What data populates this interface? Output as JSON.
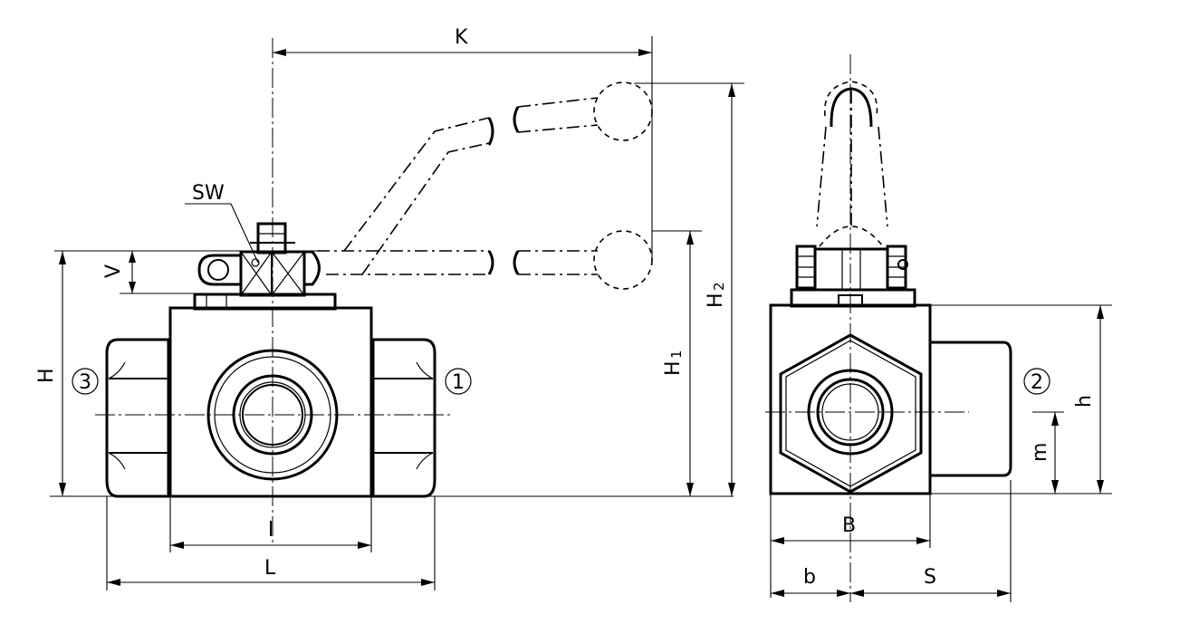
{
  "labels": {
    "K": "K",
    "SW": "SW",
    "V": "V",
    "H": "H",
    "H1": "H",
    "H1_sub": "1",
    "H2": "H",
    "H2_sub": "2",
    "port3": "3",
    "port1": "1",
    "port2": "2",
    "l_small": "l",
    "L": "L",
    "B": "B",
    "b": "b",
    "S": "S",
    "h": "h",
    "m": "m"
  }
}
